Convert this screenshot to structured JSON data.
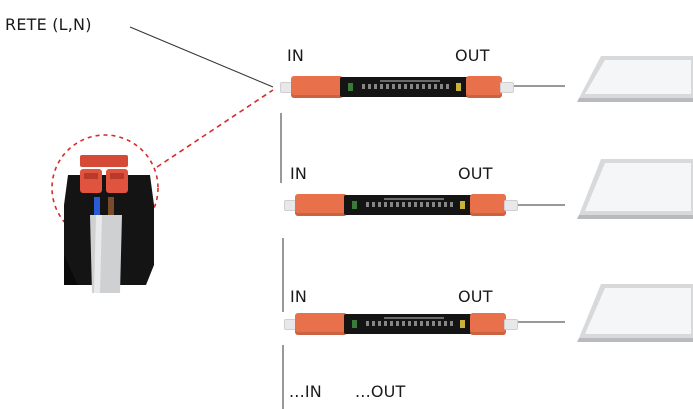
{
  "labels": {
    "network": "RETE (L,N)",
    "in_1": "IN",
    "out_1": "OUT",
    "in_2": "IN",
    "out_2": "OUT",
    "in_3": "IN",
    "out_3": "OUT",
    "in_more": "...IN",
    "out_more": "...OUT"
  },
  "colors": {
    "driver_cap": "#e8704a",
    "driver_body": "#141414",
    "callout_dash": "#d62b2b",
    "panel_frame": "#d8d9db",
    "panel_surface": "#f5f6f7"
  },
  "components": {
    "driver_count": 3,
    "panel_count": 3
  }
}
